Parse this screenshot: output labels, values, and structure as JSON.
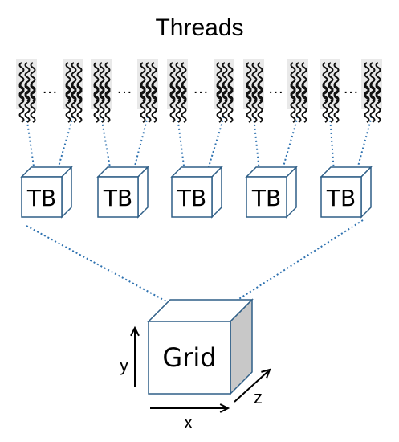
{
  "diagram": {
    "title": "Threads",
    "block_label": "TB",
    "grid_label": "Grid",
    "axes": {
      "x": "x",
      "y": "y",
      "z": "z"
    },
    "ellipsis": "…",
    "colors": {
      "box_stroke": "#2f5f87",
      "dotted": "#2f72b0",
      "thread": "#111111",
      "thread_bg": "#e9e9e9",
      "grid_side": "#c8c8c8",
      "text": "#000000"
    }
  }
}
